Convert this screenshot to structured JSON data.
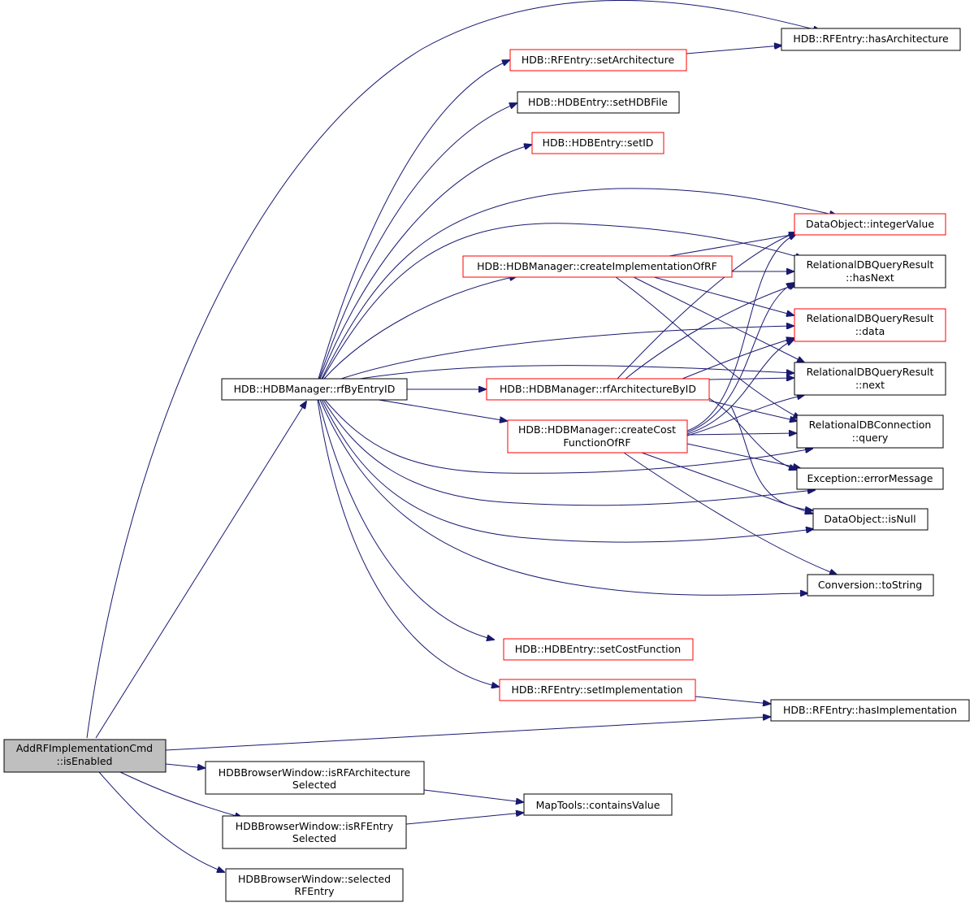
{
  "diagram": {
    "root": {
      "line1": "AddRFImplementationCmd",
      "line2": "::isEnabled"
    },
    "nodes": {
      "has_architecture": "HDB::RFEntry::hasArchitecture",
      "set_architecture": "HDB::RFEntry::setArchitecture",
      "set_hdb_file": "HDB::HDBEntry::setHDBFile",
      "set_id": "HDB::HDBEntry::setID",
      "integer_value": "DataObject::integerValue",
      "has_next_1": "RelationalDBQueryResult",
      "has_next_2": "::hasNext",
      "create_impl": "HDB::HDBManager::createImplementationOfRF",
      "data_1": "RelationalDBQueryResult",
      "data_2": "::data",
      "rf_by_entry_id": "HDB::HDBManager::rfByEntryID",
      "rf_arch_by_id": "HDB::HDBManager::rfArchitectureByID",
      "next_1": "RelationalDBQueryResult",
      "next_2": "::next",
      "create_cost_1": "HDB::HDBManager::createCost",
      "create_cost_2": "FunctionOfRF",
      "query_1": "RelationalDBConnection",
      "query_2": "::query",
      "error_message": "Exception::errorMessage",
      "is_null": "DataObject::isNull",
      "to_string": "Conversion::toString",
      "set_cost_function": "HDB::HDBEntry::setCostFunction",
      "set_implementation": "HDB::RFEntry::setImplementation",
      "has_implementation": "HDB::RFEntry::hasImplementation",
      "is_rf_arch_sel_1": "HDBBrowserWindow::isRFArchitecture",
      "is_rf_arch_sel_2": "Selected",
      "contains_value": "MapTools::containsValue",
      "is_rf_entry_sel_1": "HDBBrowserWindow::isRFEntry",
      "is_rf_entry_sel_2": "Selected",
      "selected_rf_entry_1": "HDBBrowserWindow::selected",
      "selected_rf_entry_2": "RFEntry"
    }
  },
  "colors": {
    "edge": "#191970",
    "root_fill": "#bfbfbf",
    "node_border": "#000000",
    "incomplete_border": "#ff0000"
  }
}
